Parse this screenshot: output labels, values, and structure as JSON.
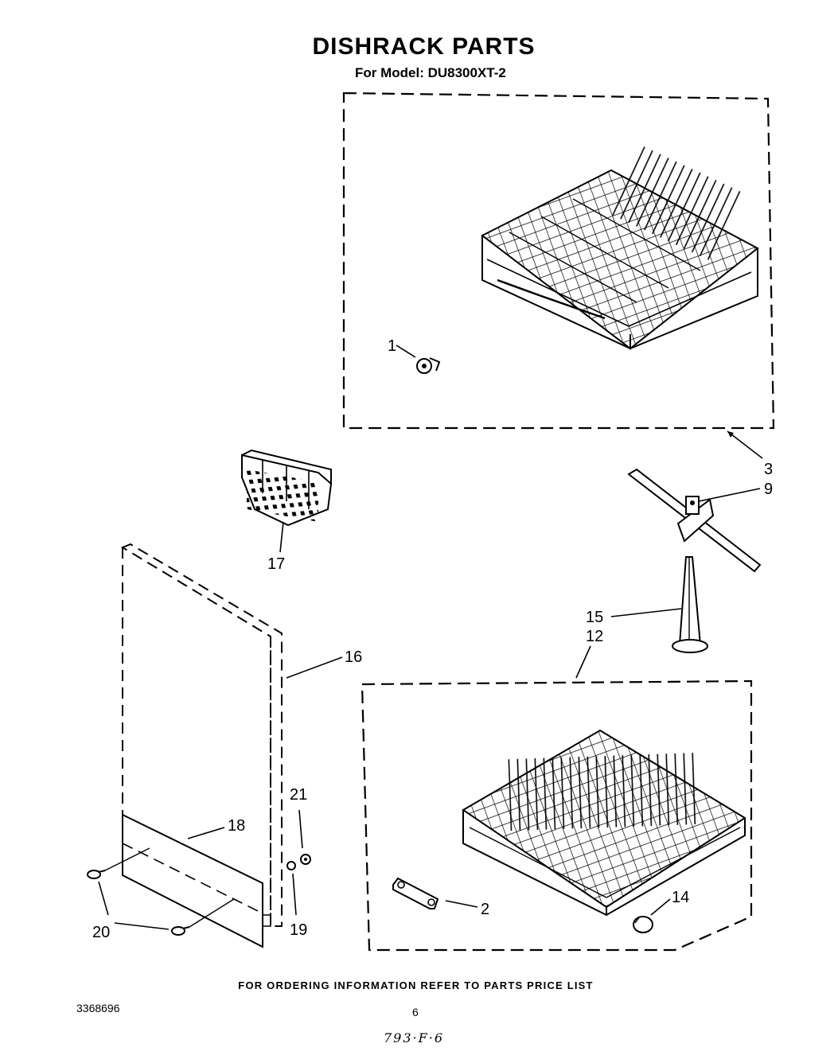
{
  "header": {
    "title": "DISHRACK PARTS",
    "subtitle": "For Model: DU8300XT-2"
  },
  "part_labels": {
    "p1": "1",
    "p2": "2",
    "p3": "3",
    "p9": "9",
    "p12": "12",
    "p14": "14",
    "p15": "15",
    "p16": "16",
    "p17": "17",
    "p18": "18",
    "p19": "19",
    "p20": "20",
    "p21": "21"
  },
  "footer": {
    "note": "FOR ORDERING INFORMATION REFER TO PARTS PRICE LIST",
    "doc_number": "3368696",
    "page_number": "6",
    "handwritten": "793·F·6"
  }
}
